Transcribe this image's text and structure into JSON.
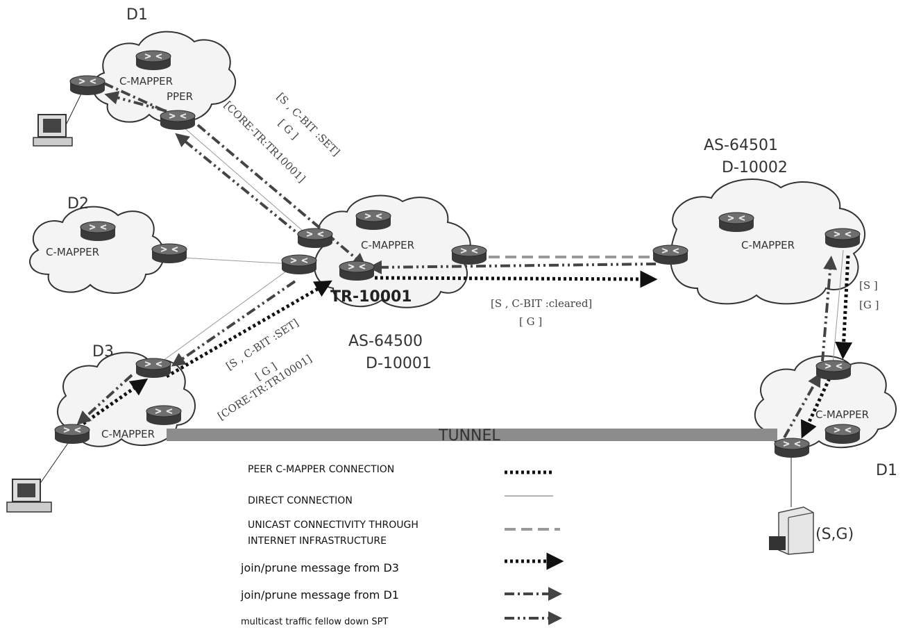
{
  "domains": {
    "d1_top": "D1",
    "d2": "D2",
    "d3": "D3",
    "d1_bottom": "D1",
    "as_64500": "AS-64500",
    "d_10001": "D-10001",
    "as_64501": "AS-64501",
    "d_10002": "D-10002"
  },
  "clouds": {
    "c_mapper": "C-MAPPER",
    "pper": "PPER",
    "tr_label": "TR-10001",
    "tunnel": "TUNNEL"
  },
  "annotations": {
    "upper_line1": "[S , C-BIT :SET]",
    "upper_line2": "[ G ]",
    "upper_line3": "[CORE-TR:TR10001]",
    "lower_line1": "[S , C-BIT :SET]",
    "lower_line2": "[ G ]",
    "lower_line3": "[CORE-TR:TR10001]",
    "right_line1": "[S , C-BIT :cleared]",
    "right_line2": "[ G ]",
    "far_right_line1": "[S ]",
    "far_right_line2": "[G ]",
    "source": "(S,G)"
  },
  "legend": [
    {
      "label": "PEER C-MAPPER CONNECTION",
      "style": "dotted"
    },
    {
      "label": "DIRECT CONNECTION",
      "style": "thin"
    },
    {
      "label": "UNICAST CONNECTIVITY THROUGH",
      "label2": "INTERNET INFRASTRUCTURE",
      "style": "dashed"
    },
    {
      "label": "join/prune message from D3",
      "style": "dotted-arrow"
    },
    {
      "label": "join/prune message from D1",
      "style": "dashdot-arrow"
    },
    {
      "label": "multicast traffic fellow down SPT",
      "style": "dashdotdot-arrow"
    }
  ],
  "colors": {
    "line": "#222222",
    "gray_line": "#999999",
    "tunnel": "#8c8c8c",
    "cloud_stroke": "#333333"
  }
}
